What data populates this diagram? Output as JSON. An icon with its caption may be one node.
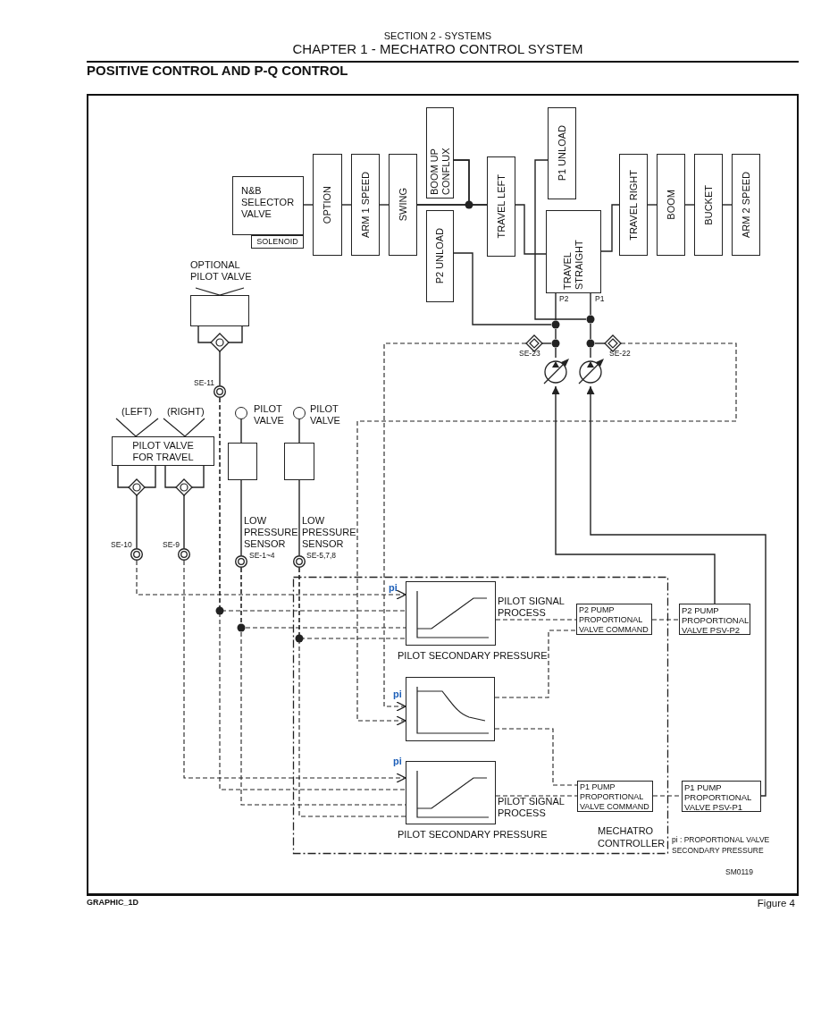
{
  "diagram": {
    "title": "POSITIVE CONTROL AND P-Q CONTROL",
    "nodes": [
      {
        "text": [
          "N&B SELECTOR VALVE"
        ]
      },
      {
        "text": [
          "SOLENOID"
        ]
      },
      {
        "text": [
          "OPTION"
        ]
      },
      {
        "text": [
          "ARM 1 SPEED"
        ]
      },
      {
        "text": [
          "SWING"
        ]
      },
      {
        "text": [
          "BOOM UP CONFLUX"
        ]
      },
      {
        "text": [
          "P2 UNLOAD"
        ]
      },
      {
        "text": [
          "TRAVEL LEFT"
        ]
      },
      {
        "text": [
          "P1 UNLOAD"
        ]
      },
      {
        "text": [
          "TRAVEL STRAIGHT"
        ],
        "beside": [
          "P2",
          "P1"
        ]
      },
      {
        "text": [
          "TRAVEL RIGHT"
        ]
      },
      {
        "text": [
          "BOOM"
        ]
      },
      {
        "text": [
          "BUCKET"
        ]
      },
      {
        "text": [
          "ARM 2 SPEED"
        ]
      },
      {
        "text": [
          "OPTIONAL PILOT VALVE"
        ]
      },
      {
        "text": [],
        "shape": "diamond"
      },
      {
        "text": [],
        "shape": "diamond",
        "beside": [
          "SE-23"
        ]
      },
      {
        "text": [],
        "shape": "circle"
      },
      {
        "text": [],
        "shape": "circle"
      },
      {
        "text": [],
        "shape": "diamond",
        "beside": [
          "SE-22"
        ]
      },
      {
        "text": [],
        "shape": "circle",
        "beside": [
          "SE-11"
        ]
      },
      {
        "text": [],
        "shape": "circle",
        "beside": [
          "PILOT VALVE"
        ]
      },
      {
        "text": [],
        "shape": "circle",
        "beside": [
          "PILOT VALVE"
        ]
      },
      {
        "text": [
          "PILOT VALVE FOR TRAVEL"
        ],
        "beside": [
          "(LEFT)",
          "(RIGHT)"
        ]
      },
      {
        "text": [],
        "shape": "box"
      },
      {
        "text": [],
        "shape": "box"
      },
      {
        "text": [],
        "shape": "diamond"
      },
      {
        "text": [],
        "shape": "diamond"
      },
      {
        "text": [],
        "shape": "circle",
        "beside": [
          "SE-10"
        ]
      },
      {
        "text": [],
        "shape": "circle",
        "beside": [
          "SE-9"
        ]
      },
      {
        "text": [],
        "shape": "circle",
        "beside": [
          "LOW PRESSURE SENSOR",
          "SE-1~4"
        ]
      },
      {
        "text": [],
        "shape": "circle",
        "beside": [
          "LOW PRESSURE SENSOR",
          "SE-5,7,8"
        ]
      },
      {
        "text": [
          "MECHATRO CONTROLLER"
        ]
      },
      {
        "text": [],
        "shape": "box",
        "in": 32,
        "beside": [
          "PILOT SIGNAL PROCESS",
          "PILOT SECONDARY PRESSURE"
        ]
      },
      {
        "text": [
          "P2 PUMP PROPORTIONAL VALVE COMMAND"
        ],
        "in": 32
      },
      {
        "text": [
          "P2 PUMP PROPORTIONAL VALVE PSV-P2"
        ]
      },
      {
        "text": [],
        "shape": "box",
        "in": 32
      },
      {
        "text": [],
        "shape": "box",
        "in": 32,
        "beside": [
          "PILOT SIGNAL PROCESS",
          "PILOT SECONDARY PRESSURE"
        ]
      },
      {
        "text": [
          "P1 PUMP PROPORTIONAL VALVE COMMAND"
        ],
        "in": 32
      },
      {
        "text": [
          "P1 PUMP PROPORTIONAL VALVE PSV-P1"
        ]
      },
      {
        "text": [],
        "shape": "circle"
      },
      {
        "text": [],
        "shape": "circle"
      },
      {
        "text": [],
        "shape": "circle"
      },
      {
        "text": [],
        "shape": "circle"
      }
    ],
    "edges": [
      {
        "from": 0,
        "to": 2,
        "arrow": "none"
      },
      {
        "from": 2,
        "to": 3,
        "arrow": "none"
      },
      {
        "from": 3,
        "to": 4,
        "arrow": "none"
      },
      {
        "from": 4,
        "to": 7,
        "arrow": "none"
      },
      {
        "from": 5,
        "to": 4,
        "arrow": "none"
      },
      {
        "from": 5,
        "to": 7,
        "arrow": "none"
      },
      {
        "from": 7,
        "to": 9,
        "arrow": "none"
      },
      {
        "from": 9,
        "to": 10,
        "arrow": "none"
      },
      {
        "from": 10,
        "to": 11,
        "arrow": "none"
      },
      {
        "from": 11,
        "to": 12,
        "arrow": "none"
      },
      {
        "from": 12,
        "to": 13,
        "arrow": "none"
      },
      {
        "from": 6,
        "to": 40,
        "arrow": "none"
      },
      {
        "from": 9,
        "to": 40,
        "arrow": "none"
      },
      {
        "from": 8,
        "to": 41,
        "arrow": "none"
      },
      {
        "from": 9,
        "to": 41,
        "arrow": "none"
      },
      {
        "from": 16,
        "to": 42,
        "arrow": "none"
      },
      {
        "from": 19,
        "to": 43,
        "arrow": "none"
      },
      {
        "from": 35,
        "to": 17,
        "arrow": "to"
      },
      {
        "from": 39,
        "to": 18,
        "arrow": "to"
      },
      {
        "from": 16,
        "to": 36,
        "arrow": "to",
        "style": "dashed"
      },
      {
        "from": 19,
        "to": 36,
        "arrow": "to",
        "style": "dashed"
      },
      {
        "from": 28,
        "to": 33,
        "arrow": "to",
        "style": "dashed"
      },
      {
        "from": 29,
        "to": 37,
        "arrow": "to",
        "style": "dashed"
      },
      {
        "from": 20,
        "to": 33,
        "arrow": "none",
        "style": "dashed"
      },
      {
        "from": 20,
        "to": 37,
        "arrow": "none",
        "style": "dashed"
      },
      {
        "from": 30,
        "to": 33,
        "arrow": "none",
        "style": "dashed"
      },
      {
        "from": 30,
        "to": 37,
        "arrow": "none",
        "style": "dashed"
      },
      {
        "from": 31,
        "to": 33,
        "arrow": "none",
        "style": "dashed"
      },
      {
        "from": 31,
        "to": 37,
        "arrow": "none",
        "style": "dashed"
      },
      {
        "from": 33,
        "to": 34,
        "arrow": "none",
        "style": "dashed"
      },
      {
        "from": 36,
        "to": 34,
        "arrow": "none",
        "style": "dashed"
      },
      {
        "from": 36,
        "to": 38,
        "arrow": "none",
        "style": "dashed"
      },
      {
        "from": 37,
        "to": 38,
        "arrow": "none",
        "style": "dashed"
      },
      {
        "from": 34,
        "to": 35,
        "arrow": "none",
        "style": "dashed"
      },
      {
        "from": 38,
        "to": 39,
        "arrow": "none",
        "style": "dashed"
      },
      {
        "from": 14,
        "to": 15,
        "arrow": "none"
      },
      {
        "from": 15,
        "to": 20,
        "arrow": "none"
      },
      {
        "from": 23,
        "to": 26,
        "arrow": "none"
      },
      {
        "from": 23,
        "to": 27,
        "arrow": "none"
      },
      {
        "from": 26,
        "to": 28,
        "arrow": "none"
      },
      {
        "from": 27,
        "to": 29,
        "arrow": "none"
      },
      {
        "from": 21,
        "to": 24,
        "arrow": "none"
      },
      {
        "from": 24,
        "to": 30,
        "arrow": "none"
      },
      {
        "from": 22,
        "to": 25,
        "arrow": "none"
      },
      {
        "from": 25,
        "to": 31,
        "arrow": "none"
      },
      {
        "from": 40,
        "to": 42,
        "arrow": "none"
      },
      {
        "from": 42,
        "to": 17,
        "arrow": "none"
      },
      {
        "from": 41,
        "to": 43,
        "arrow": "none"
      },
      {
        "from": 43,
        "to": 18,
        "arrow": "none"
      },
      {
        "from": 14,
        "to": 15,
        "arrow": "none"
      },
      {
        "from": 23,
        "to": 26,
        "arrow": "none"
      },
      {
        "from": 23,
        "to": 27,
        "arrow": "none"
      }
    ],
    "labels": [
      "SECTION 2 - SYSTEMS",
      "CHAPTER 1 - MECHATRO CONTROL SYSTEM",
      "pi",
      "pi",
      "pi",
      "pi : PROPORTIONAL VALVE SECONDARY PRESSURE",
      "SM0119",
      "GRAPHIC_1D",
      "Figure 4"
    ]
  }
}
